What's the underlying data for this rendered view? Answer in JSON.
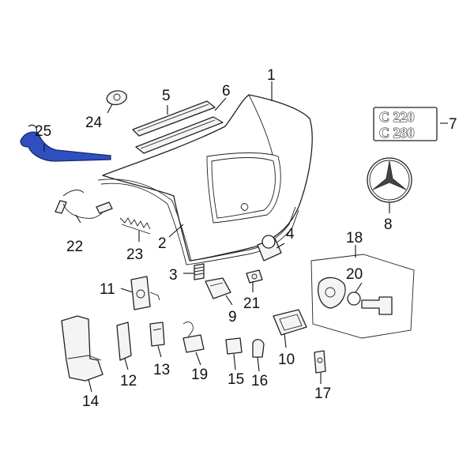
{
  "callouts": {
    "c1": "1",
    "c2": "2",
    "c3": "3",
    "c4": "4",
    "c5": "5",
    "c6": "6",
    "c7": "7",
    "c8": "8",
    "c9": "9",
    "c10": "10",
    "c11": "11",
    "c12": "12",
    "c13": "13",
    "c14": "14",
    "c15": "15",
    "c16": "16",
    "c17": "17",
    "c18": "18",
    "c19": "19",
    "c20": "20",
    "c21": "21",
    "c22": "22",
    "c23": "23",
    "c24": "24",
    "c25": "25"
  },
  "badges": {
    "top": "C 220",
    "bottom": "C 280"
  },
  "colors": {
    "highlight": "#2f4fbf",
    "line": "#111111"
  }
}
